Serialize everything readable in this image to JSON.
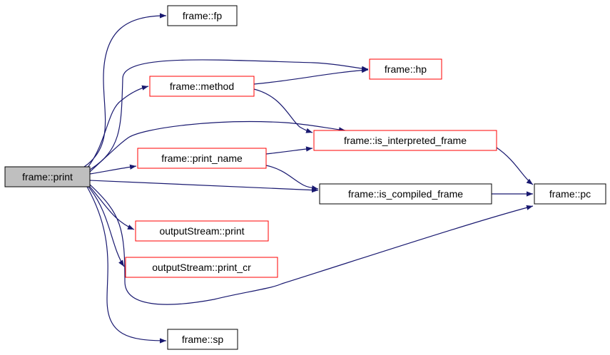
{
  "colors": {
    "edge": "#191970",
    "border_black": "#000000",
    "border_red": "#ff0000",
    "root_fill": "#bfbfbf",
    "node_fill": "#ffffff"
  },
  "nodes": [
    {
      "id": "n_print",
      "label": "frame::print",
      "style": "root"
    },
    {
      "id": "n_fp",
      "label": "frame::fp",
      "style": "black"
    },
    {
      "id": "n_hp",
      "label": "frame::hp",
      "style": "red"
    },
    {
      "id": "n_method",
      "label": "frame::method",
      "style": "red"
    },
    {
      "id": "n_is_interp",
      "label": "frame::is_interpreted_frame",
      "style": "red"
    },
    {
      "id": "n_print_name",
      "label": "frame::print_name",
      "style": "red"
    },
    {
      "id": "n_is_comp",
      "label": "frame::is_compiled_frame",
      "style": "black"
    },
    {
      "id": "n_pc",
      "label": "frame::pc",
      "style": "black"
    },
    {
      "id": "n_os_print",
      "label": "outputStream::print",
      "style": "red"
    },
    {
      "id": "n_os_print_cr",
      "label": "outputStream::print_cr",
      "style": "red"
    },
    {
      "id": "n_sp",
      "label": "frame::sp",
      "style": "black"
    }
  ],
  "edges": [
    {
      "from": "n_print",
      "to": "n_fp"
    },
    {
      "from": "n_print",
      "to": "n_hp"
    },
    {
      "from": "n_print",
      "to": "n_method"
    },
    {
      "from": "n_print",
      "to": "n_is_interp"
    },
    {
      "from": "n_print",
      "to": "n_print_name"
    },
    {
      "from": "n_print",
      "to": "n_is_comp"
    },
    {
      "from": "n_print",
      "to": "n_pc"
    },
    {
      "from": "n_print",
      "to": "n_os_print"
    },
    {
      "from": "n_print",
      "to": "n_os_print_cr"
    },
    {
      "from": "n_print",
      "to": "n_sp"
    },
    {
      "from": "n_method",
      "to": "n_hp"
    },
    {
      "from": "n_method",
      "to": "n_is_interp"
    },
    {
      "from": "n_print_name",
      "to": "n_is_interp"
    },
    {
      "from": "n_print_name",
      "to": "n_is_comp"
    },
    {
      "from": "n_is_interp",
      "to": "n_pc"
    },
    {
      "from": "n_is_comp",
      "to": "n_pc"
    }
  ]
}
